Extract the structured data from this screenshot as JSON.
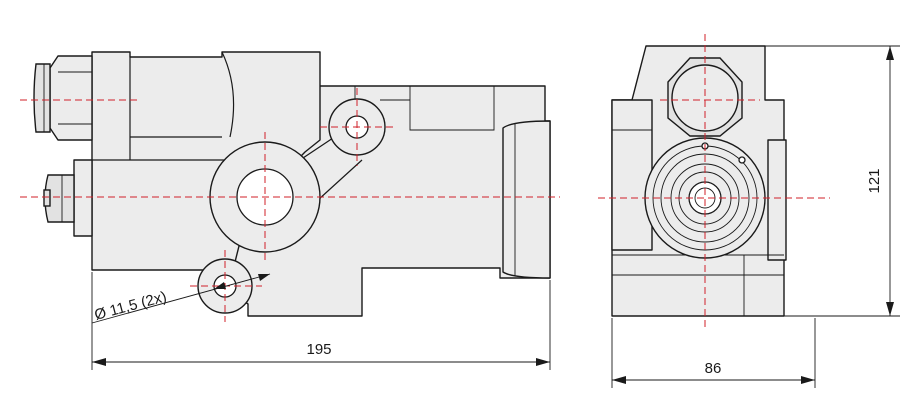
{
  "dimensions": {
    "length": "195",
    "width": "86",
    "height": "121",
    "hole": "Ø  11,5 (2x)"
  },
  "colors": {
    "outline": "#1a1a1a",
    "centerline": "#d0202a",
    "body_fill": "#ececec"
  }
}
